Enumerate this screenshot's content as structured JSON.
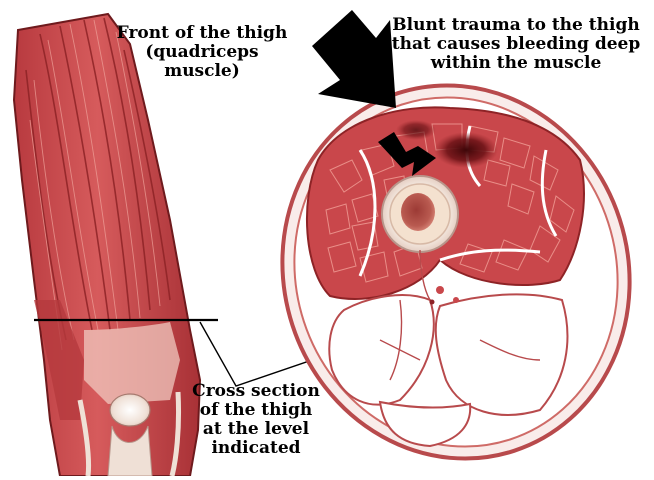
{
  "labels": {
    "front": [
      "Front of the thigh",
      "(quadriceps",
      "muscle)"
    ],
    "trauma": [
      "Blunt trauma to the thigh",
      "that causes bleeding deep",
      "within the muscle"
    ],
    "cross_section": [
      "Cross section",
      "of the thigh",
      "at the level",
      "indicated"
    ]
  },
  "colors": {
    "muscle": "#c9474b",
    "muscle_dark": "#8e2326",
    "muscle_light": "#e98f88",
    "tendon": "#f3ddd6",
    "bone": "#f4e1cf",
    "marrow": "#b04a44",
    "fat": "#ffffff",
    "bruise": "#5a0d0f",
    "ink": "#000000"
  },
  "icons": {
    "trauma_arrow": "large-black-arrow-icon",
    "bleed_arrow": "small-black-bent-arrow-icon"
  }
}
